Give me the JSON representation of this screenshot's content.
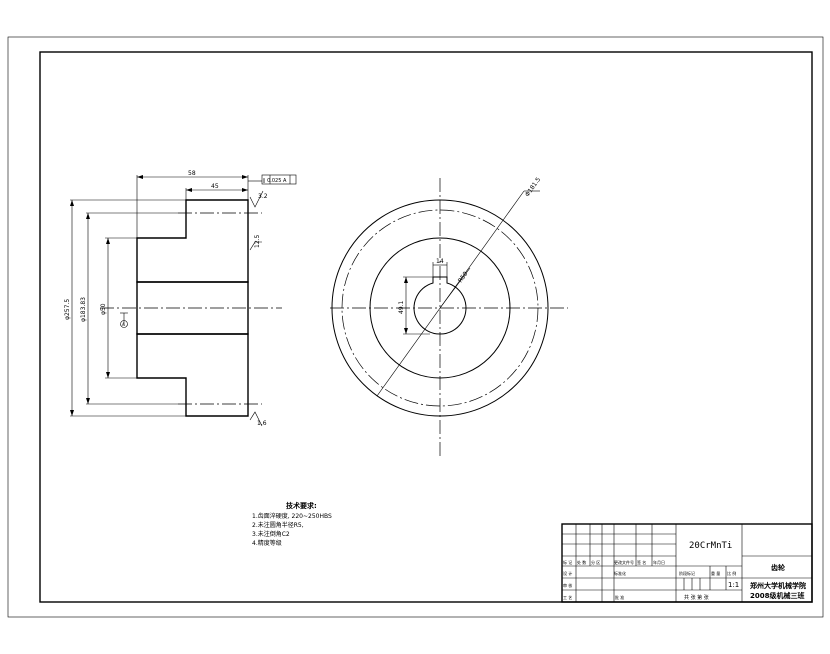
{
  "dims": {
    "width_top": "58",
    "width_inner": "45",
    "surface_finish_right": "3.2",
    "surface_finish_side": "12.5",
    "surface_finish_bottom": "1.6",
    "dia_outer": "φ257.5",
    "dia_step": "φ183.83",
    "dia_bore": "φ50",
    "tolerance_frame": "∥ 0.025 A",
    "datum": "A",
    "circle_dia": "Φ181.5",
    "keyway_width": "14",
    "keyway_depth": "49.1",
    "bore_r": "R50"
  },
  "notes": {
    "title": "技术要求:",
    "items": [
      "1.齿面淬硬度, 220~250HBS",
      "2.未注圆角半径R5,",
      "3.未注倒角C2",
      "4.精度等级"
    ]
  },
  "titleblock": {
    "material": "20CrMnTi",
    "part_name": "齿轮",
    "scale": "1:1",
    "school_line1": "郑州大学机械学院",
    "school_line2": "2008级机械三班",
    "labels": {
      "mark": "标 记",
      "count": "处 数",
      "zone": "分 区",
      "doc_no": "更改文件号",
      "sign": "签 名",
      "date": "年月日",
      "design": "设 计",
      "standard": "标准化",
      "review": "审 核",
      "craft": "工 艺",
      "approve": "批 准",
      "stage": "阶段标记",
      "weight": "重 量",
      "ratio": "比 例",
      "sheets": "共 张 第 张"
    }
  }
}
